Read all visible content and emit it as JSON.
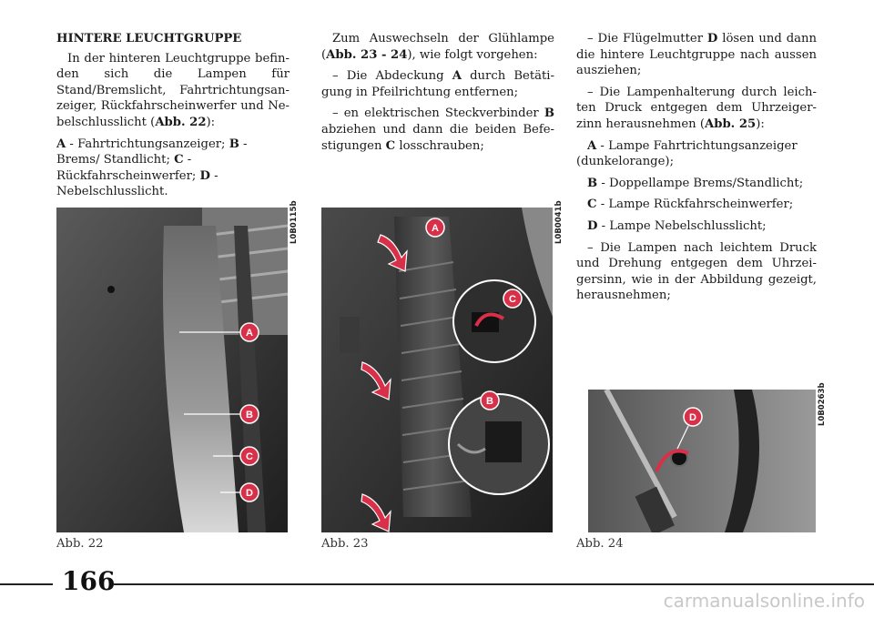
{
  "col1": {
    "heading": "HINTERE LEUCHTGRUPPE",
    "p1": "In der hinteren Leuchtgruppe befin-den sich die Lampen für Stand/Bremslicht, Fahrtrichtungsan-zeiger, Rückfahrscheinwerfer und Ne-belschlusslicht (",
    "p1_ref": "Abb. 22",
    "p1_end": "):",
    "legend_a_key": "A",
    "legend_a": " - Fahrtrichtungsanzeiger; ",
    "legend_b_key": "B",
    "legend_b": " - Brems/ Standlicht; ",
    "legend_c_key": "C",
    "legend_c": " - Rückfahrscheinwerfer; ",
    "legend_d_key": "D",
    "legend_d": " - Nebelschlusslicht."
  },
  "col2": {
    "p1": "Zum Auswechseln der Glühlampe (",
    "p1_ref": "Abb. 23 - 24",
    "p1_end": "), wie folgt vorgehen:",
    "p2_a": "– Die Abdeckung ",
    "p2_key": "A",
    "p2_b": " durch Betäti-gung in Pfeilrichtung entfernen;",
    "p3_a": "– en elektrischen Steckverbinder ",
    "p3_key": "B",
    "p3_b": " abziehen und dann die beiden Befe-stigungen ",
    "p3_key2": "C",
    "p3_c": " losschrauben;"
  },
  "col3": {
    "p1_a": "– Die Flügelmutter ",
    "p1_key": "D",
    "p1_b": " lösen und dann die hintere Leuchtgruppe nach aussen ausziehen;",
    "p2": "– Die Lampenhalterung durch leich-ten Druck entgegen dem Uhrzeiger-zinn herausnehmen (",
    "p2_ref": "Abb. 25",
    "p2_end": "):",
    "la_key": "A",
    "la": " - Lampe Fahrtrichtungsanzeiger (dunkelorange);",
    "lb_key": "B",
    "lb": " - Doppellampe Brems/Standlicht;",
    "lc_key": "C",
    "lc": " - Lampe Rückfahrscheinwerfer;",
    "ld_key": "D",
    "ld": " - Lampe Nebelschlusslicht;",
    "p3": "– Die Lampen nach leichtem Druck und Drehung entgegen dem Uhrzei-gersinn, wie in der Abbildung gezeigt, herausnehmen;"
  },
  "figures": {
    "fig22_code": "L0B0115b",
    "fig22_caption": "Abb. 22",
    "fig23_code": "L0B0041b",
    "fig23_caption": "Abb. 23",
    "fig24_code": "L0B0263b",
    "fig24_caption": "Abb. 24",
    "marker_a": "A",
    "marker_b": "B",
    "marker_c": "C",
    "marker_d": "D"
  },
  "page_number": "166",
  "watermark": "carmanualsonline.info",
  "colors": {
    "marker": "#d9304a",
    "text": "#1a1a1a"
  }
}
